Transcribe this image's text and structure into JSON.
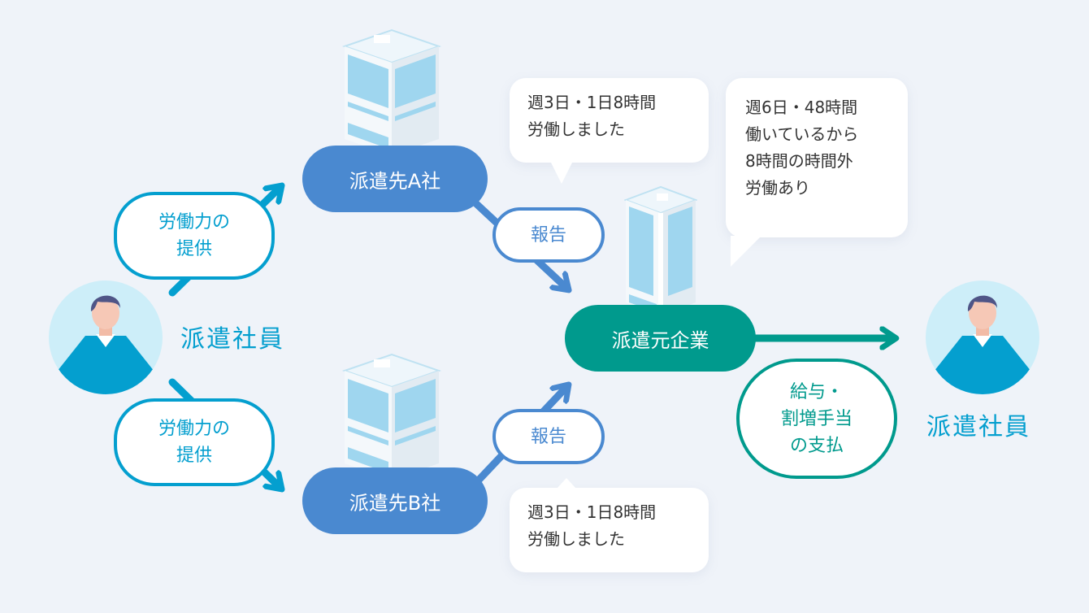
{
  "colors": {
    "background": "#eff3f9",
    "dispatch_destination": "#4a89d0",
    "dispatch_source": "#009a8d",
    "employee": "#049fcf",
    "text_dark": "#333333"
  },
  "left_employee": {
    "label": "派遣社員",
    "icon": "person-avatar-icon"
  },
  "right_employee": {
    "label": "派遣社員",
    "icon": "person-avatar-icon"
  },
  "labor_top": {
    "line1": "労働力の",
    "line2": "提供"
  },
  "labor_bottom": {
    "line1": "労働力の",
    "line2": "提供"
  },
  "company_a": {
    "label": "派遣先A社",
    "icon": "office-building-icon"
  },
  "company_b": {
    "label": "派遣先B社",
    "icon": "office-building-icon"
  },
  "report_top": {
    "label": "報告"
  },
  "report_bottom": {
    "label": "報告"
  },
  "bubble_a": {
    "line1": "週3日・1日8時間",
    "line2": "労働しました"
  },
  "bubble_b": {
    "line1": "週3日・1日8時間",
    "line2": "労働しました"
  },
  "bubble_source": {
    "line1": "週6日・48時間",
    "line2": "働いているから",
    "line3": "8時間の時間外",
    "line4": "労働あり"
  },
  "source_company": {
    "label": "派遣元企業",
    "icon": "office-tower-icon"
  },
  "payment": {
    "line1": "給与・",
    "line2": "割増手当",
    "line3": "の支払"
  }
}
